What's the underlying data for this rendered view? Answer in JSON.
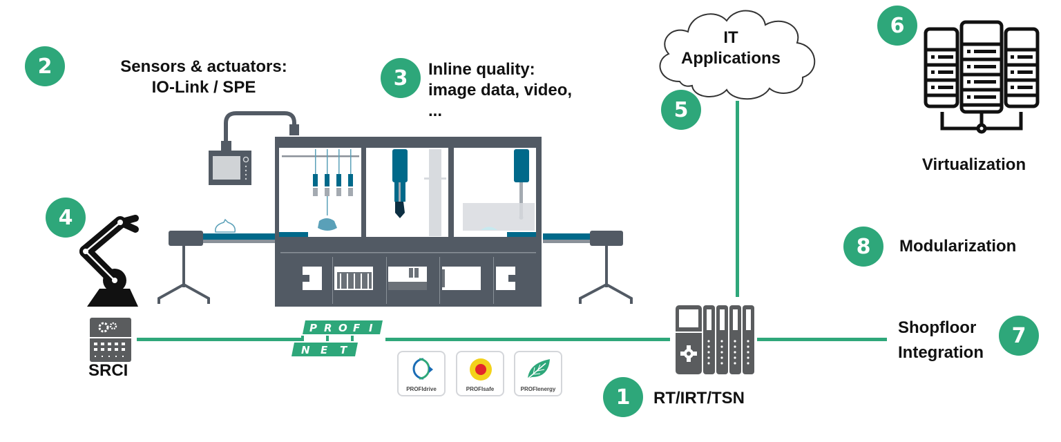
{
  "colors": {
    "accent_green": "#2ea77a",
    "machine_gray": "#525a64",
    "machine_blue": "#00698a",
    "light_gray": "#d8dbdf",
    "safe_red": "#e3262b",
    "safe_yellow": "#f3d21a",
    "drive_blue": "#1a6cb5"
  },
  "badges": [
    {
      "number": "1",
      "label": "RT/IRT/TSN"
    },
    {
      "number": "2",
      "label_line1": "Sensors & actuators:",
      "label_line2": "IO-Link / SPE"
    },
    {
      "number": "3",
      "label_line1": "Inline quality:",
      "label_line2": "image data, video,",
      "label_line3": "..."
    },
    {
      "number": "4",
      "label": "SRCI"
    },
    {
      "number": "5",
      "label_line1": "IT",
      "label_line2": "Applications"
    },
    {
      "number": "6",
      "label": "Virtualization"
    },
    {
      "number": "7",
      "label_line1": "Shopfloor",
      "label_line2": "Integration"
    },
    {
      "number": "8",
      "label": "Modularization"
    }
  ],
  "profinet_logo": {
    "line1": [
      "P",
      "R",
      "O",
      "F",
      "I"
    ],
    "line2": [
      "N",
      "E",
      "T"
    ]
  },
  "profiles": [
    {
      "name": "PROFIdrive",
      "icon": "drive-arrows-icon"
    },
    {
      "name": "PROFIsafe",
      "icon": "emergency-stop-icon"
    },
    {
      "name": "PROFIenergy",
      "icon": "leaf-icon"
    }
  ],
  "icons": {
    "robot": "robot-arm-icon",
    "srci_controller": "gear-controller-icon",
    "cloud": "cloud-icon",
    "servers": "server-rack-icon",
    "io_device": "io-device-icon",
    "hmi": "hmi-panel-icon",
    "machine": "production-machine-icon"
  }
}
